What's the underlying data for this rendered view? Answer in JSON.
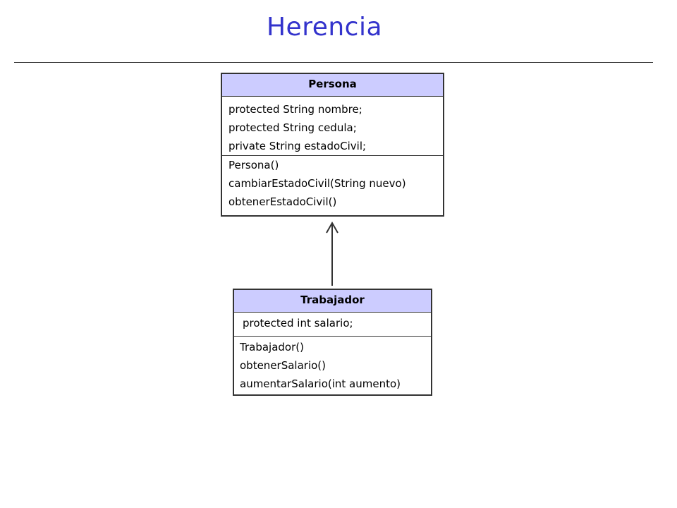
{
  "slide": {
    "title": "Herencia"
  },
  "colors": {
    "title": "#3333cc",
    "header_fill": "#ccccff",
    "border": "#333333"
  },
  "classes": {
    "persona": {
      "name": "Persona",
      "attributes": [
        "protected String nombre;",
        "protected String cedula;",
        "private String estadoCivil;"
      ],
      "methods": [
        "Persona()",
        "cambiarEstadoCivil(String nuevo)",
        "obtenerEstadoCivil()"
      ]
    },
    "trabajador": {
      "name": "Trabajador",
      "attributes": [
        "protected int salario;"
      ],
      "methods": [
        "Trabajador()",
        "obtenerSalario()",
        "aumentarSalario(int aumento)"
      ]
    }
  },
  "relationship": {
    "type": "inheritance",
    "from": "Trabajador",
    "to": "Persona"
  }
}
